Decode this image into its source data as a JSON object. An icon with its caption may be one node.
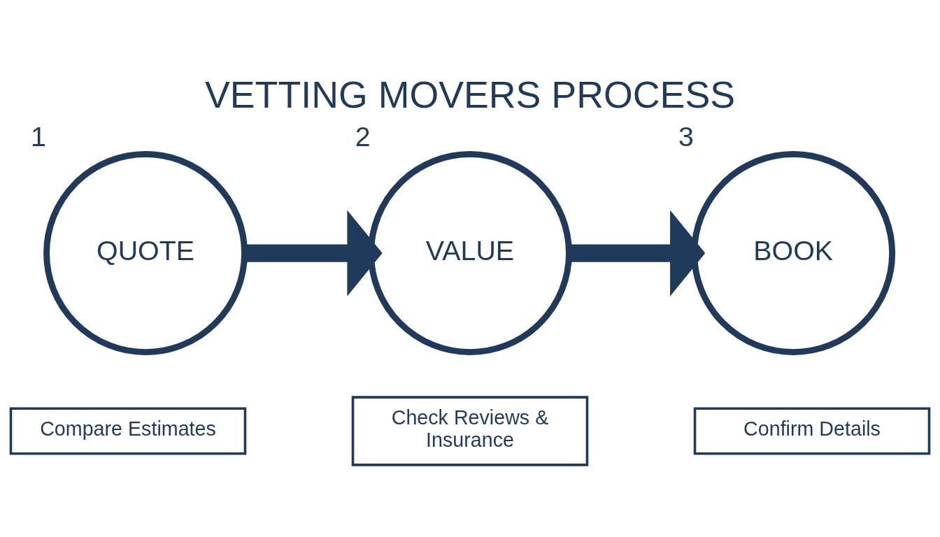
{
  "diagram": {
    "title": "VETTING MOVERS PROCESS",
    "nodes": [
      {
        "text": [
          "QUOTE"
        ],
        "beside": [
          "1"
        ]
      },
      {
        "text": [
          "VALUE"
        ],
        "beside": [
          "2"
        ]
      },
      {
        "text": [
          "BOOK"
        ],
        "beside": [
          "3"
        ]
      },
      {
        "text": [
          "Compare Estimates"
        ]
      },
      {
        "text": [
          "Check Reviews & Insurance"
        ]
      },
      {
        "text": [
          "Confirm Details"
        ]
      }
    ],
    "edges": [
      {
        "from": 0,
        "to": 1,
        "arrow": "to"
      },
      {
        "from": 1,
        "to": 2,
        "arrow": "to"
      }
    ]
  }
}
